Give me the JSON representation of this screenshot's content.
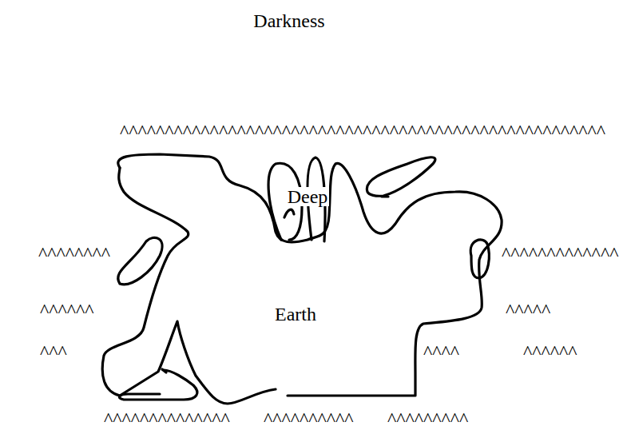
{
  "diagram": {
    "nodes": [
      {
        "text": [
          "Deep",
          "Earth"
        ]
      }
    ],
    "labels": [
      "Darkness",
      "^^^^^^^^^^^^^^^^^^^^^^^^^^^^^^^^^^^^^^^^^^^^^^^^^^^^^^",
      "^^^^^^^^",
      "^^^^^^^^^^^^^",
      "^^^^^^",
      "^^^^^",
      "^^^",
      "^^^^",
      "^^^^^^",
      "^^^^^^^^^^^^^^",
      "^^^^^^^^^^",
      "^^^^^^^^^"
    ]
  }
}
